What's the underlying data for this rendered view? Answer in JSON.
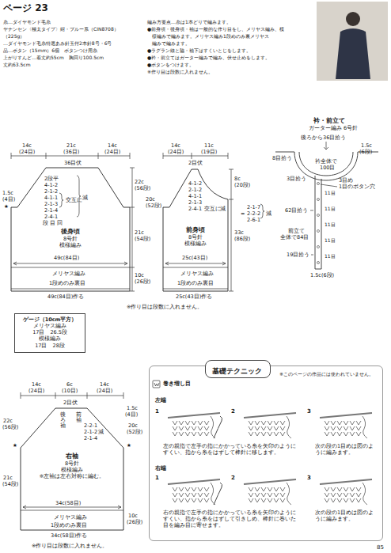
{
  "diagram": {
    "nodes": [
      {
        "text": [
          "後身頃",
          "8号針",
          "模様編み"
        ]
      },
      {
        "text": [
          "前身頃",
          "8号針",
          "模様編み"
        ]
      },
      {
        "text": [
          "ゲージ（10cm平方）",
          "メリヤス編み",
          "17目　26.5段",
          "模様編み",
          "17目　28段"
        ]
      },
      {
        "text": [
          "右袖",
          "8号針",
          "模様編み",
          "※左袖は左右対称に編む。"
        ]
      },
      {
        "text": [
          "※このページの作品には使われていません。"
        ]
      },
      {
        "text": [
          "基礎テクニック"
        ],
        "in": 4
      }
    ],
    "labels": [
      "ページ 23",
      "糸…ダイヤモンド毛糸",
      "ヤナンセン〈極太タイプ〉紺・ブルー系（CIN8708）",
      "（225g）",
      "…ダイヤモンド毛糸特選あみ針玉付2本針8号・6号",
      "品…ボタン（15mm）6個　ボタンつけ用糸",
      "上がりすんど…着丈約55cm　胸回り100.5cm",
      "丈約63.5cm",
      "編み方要点…糸は1本どりで編みます。",
      "●前身頃・後身頃・袖は一般的な作り目をし、メリヤス編み、模",
      "様編みで編みます。メリヤス編み1段めのみ裏メリヤス",
      "編みで編みます。",
      "●ラグラン線と脇・袖下はすくいとじをします。",
      "●衿・前立てはガーター編みで編み、伏せ止めをします。",
      "●ボタンをつけます。",
      "※作り目は段数に入れません。",
      "14c",
      "(24目)",
      "21c",
      "(36目)",
      "14c",
      "(24目)",
      "36目伏",
      "2段平",
      "4-1-2",
      "2-1-2",
      "4-1-1",
      "2-1-3",
      "2-1-4",
      "2-4-1",
      "段 目 回",
      "交互に",
      "減",
      "1.5c",
      "(4目)",
      "★",
      "49c(84目)",
      "メリヤス編み",
      "1段めのみ裏目",
      "49c(84目)作る",
      "22c",
      "(56段)",
      "20c",
      "(52段)",
      "21c",
      "(54段)",
      "10c",
      "(26段)",
      "14c",
      "(24目)",
      "11c",
      "(19目)",
      "2目伏",
      "4-1-2",
      "2-1-2",
      "4-1-1",
      "2-1-3",
      "2-4-1",
      "交互に",
      "減",
      "8c",
      "(20段)",
      "33c",
      "(86段)",
      "=",
      "2-1-7",
      "2-2-2",
      "2-6-1",
      "減",
      "25c(43目)",
      "メリヤス編み",
      "1段めのみ裏目",
      "25c(43目)作る",
      "※作り目は段数に入れません。",
      "衿・前立て",
      "ガーター編み 6号針",
      "後ろから36目拾う",
      "1.5c",
      "(6段)",
      "8目拾う",
      "衿全体で",
      "100目",
      "3目拾う",
      "62目拾う",
      "前立て",
      "全体で84目",
      "3目め",
      "1目のボタン穴",
      "11目",
      "11目",
      "11目",
      "11目",
      "11目",
      "19目拾う",
      "1.5c(6段)",
      "14c",
      "(24目)",
      "6c",
      "(10目)",
      "14c",
      "(24目)",
      "1.5c",
      "(4目)",
      "2目伏",
      "後ろ袖",
      "前袖",
      "2-2-1",
      "2-1-2",
      "2-1-4",
      "減",
      "22c",
      "(56段)",
      "★",
      "21c",
      "(54段)",
      "20c",
      "(52段)",
      "★",
      "10c",
      "(26段)",
      "34c(58目)",
      "メリヤス編み",
      "1段めのみ裏目",
      "34c(58目)作る",
      "※作り目は段数に入れません。",
      "巻き増し目",
      "左端",
      "1",
      "2",
      "3",
      "左の親指で左手の指にかかっている糸を矢印のようにすくい、指から糸をはずして棒針に移します。",
      "次の段の1目めは図のように編みます。",
      "右端",
      "1",
      "2",
      "3",
      "右の親指で左手の指にかかっている糸を矢印のようにすくい、指から糸をはずして引きしめ、棒針に巻いた目を編み目に寄せます。",
      "次の段の1目めは図のように編みます。",
      "85"
    ]
  }
}
